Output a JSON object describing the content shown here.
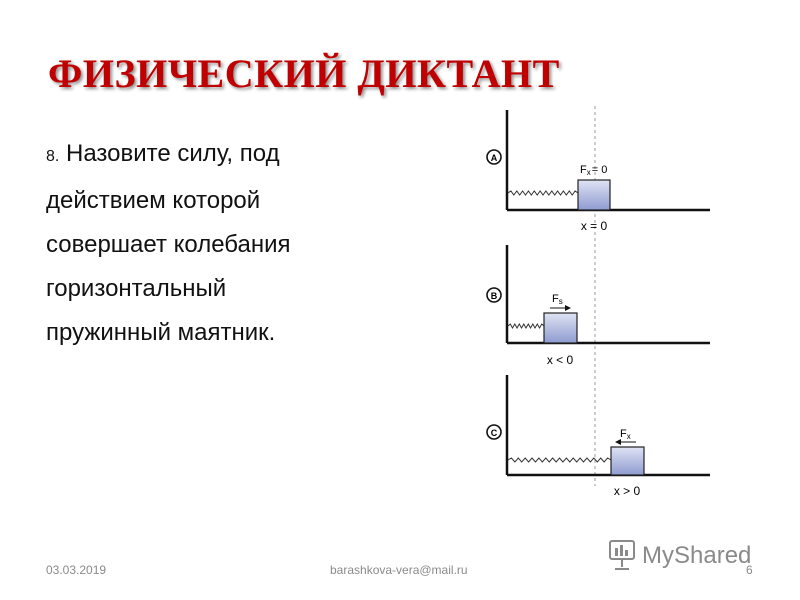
{
  "slide": {
    "title": "ФИЗИЧЕСКИЙ ДИКТАНТ",
    "question_number": "8.",
    "question_lines": [
      "Назовите силу, под",
      "действием которой",
      "совершает колебания",
      "горизонтальный",
      "пружинный маятник."
    ]
  },
  "diagram": {
    "panels": [
      {
        "label": "A",
        "force_label": "F",
        "force_sub": "x",
        "force_value": "= 0",
        "position_label": "x = 0"
      },
      {
        "label": "B",
        "force_label": "F",
        "force_sub": "s",
        "position_label": "x < 0"
      },
      {
        "label": "C",
        "force_label": "F",
        "force_sub": "x",
        "position_label": "x > 0"
      }
    ],
    "colors": {
      "block": "#8e9bd0",
      "line": "#111111",
      "dashed": "#9a9a9a"
    }
  },
  "footer": {
    "date": "03.03.2019",
    "email": "barashkova-vera@mail.ru",
    "page": "6"
  },
  "logo": {
    "text": "MyShared"
  }
}
